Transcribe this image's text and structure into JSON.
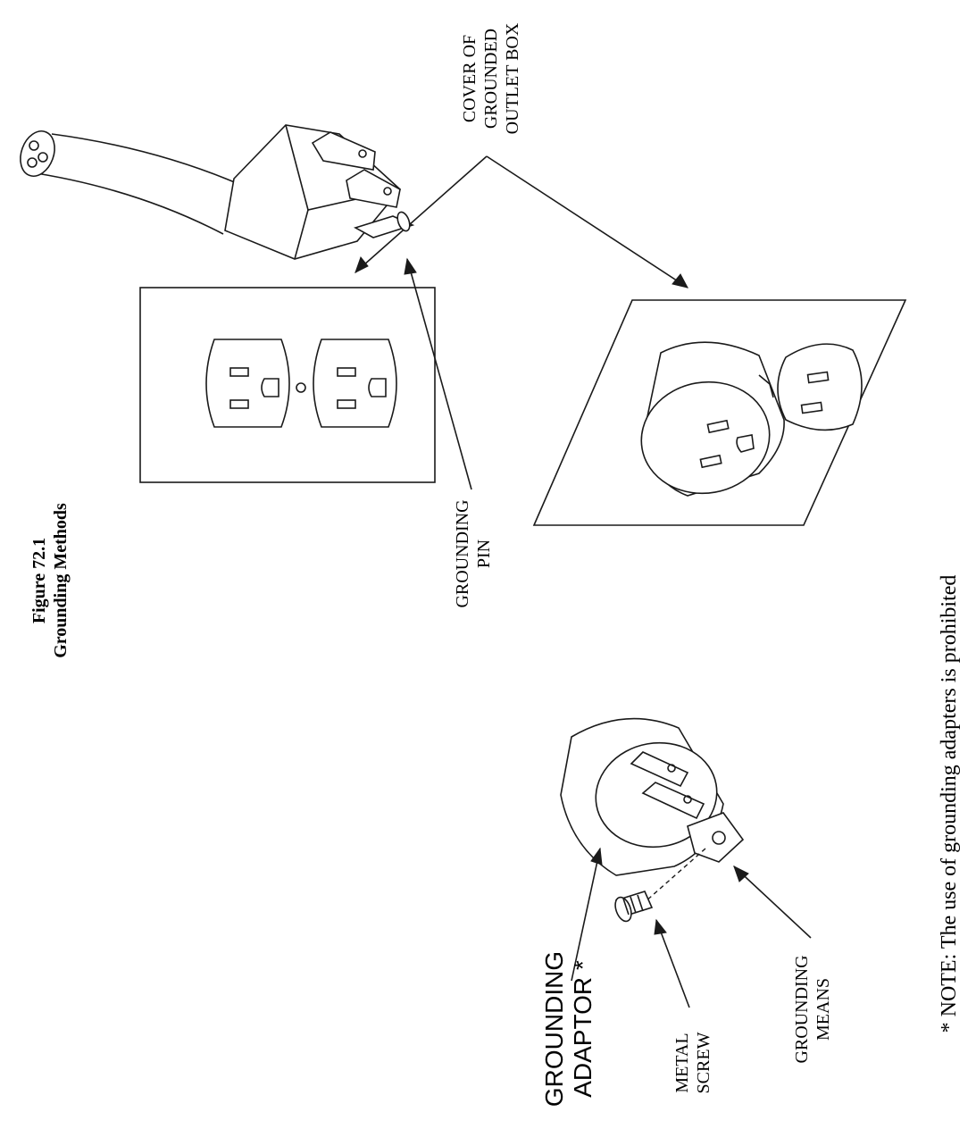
{
  "figure": {
    "number": "Figure 72.1",
    "title": "Grounding Methods"
  },
  "labels": {
    "outlet_cover_line1": "COVER OF",
    "outlet_cover_line2": "GROUNDED",
    "outlet_cover_line3": "OUTLET BOX",
    "grounding_pin_line1": "GROUNDING",
    "grounding_pin_line2": "PIN",
    "grounding_adaptor_line1": "GROUNDING",
    "grounding_adaptor_line2": "ADAPTOR *",
    "metal_screw_line1": "METAL",
    "metal_screw_line2": "SCREW",
    "grounding_means_line1": "GROUNDING",
    "grounding_means_line2": "MEANS"
  },
  "note": "* NOTE:  The use of grounding adapters is prohibited"
}
